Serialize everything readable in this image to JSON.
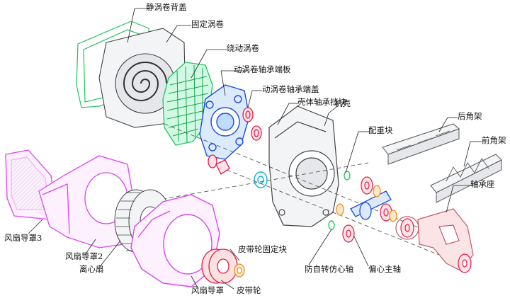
{
  "diagram": {
    "labels": {
      "static_scroll_back_cover": "静涡卷背盖",
      "fixed_scroll": "固定涡卷",
      "orbiting_scroll": "绕动涡卷",
      "orbiting_bearing_plate": "动涡卷轴承端板",
      "orbiting_bearing_cover": "动涡卷轴承端盖",
      "housing_bearing_block": "壳体轴承挡块",
      "housing": "机壳",
      "counterweight": "配重块",
      "rear_bracket": "后角架",
      "front_bracket": "前角架",
      "bearing_seat": "轴承座",
      "fan_duct_3": "风扇导罩3",
      "fan_duct_2": "风扇导罩2",
      "centrifugal_fan": "离心扇",
      "pulley_fixing_block": "皮带轮固定块",
      "anti_rotation_shaft": "防自转仿心轴",
      "eccentric_shaft": "偏心主轴",
      "fan_duct": "风扇导罩",
      "pulley": "皮带轮"
    },
    "colors": {
      "green_part": "#22c55e",
      "blue_part": "#1d4ed8",
      "magenta_part": "#d946ef",
      "red_part": "#e11d48",
      "cyan_part": "#06b6d4",
      "gray_part": "#6b7280",
      "orange_part": "#ea8a1a"
    }
  }
}
